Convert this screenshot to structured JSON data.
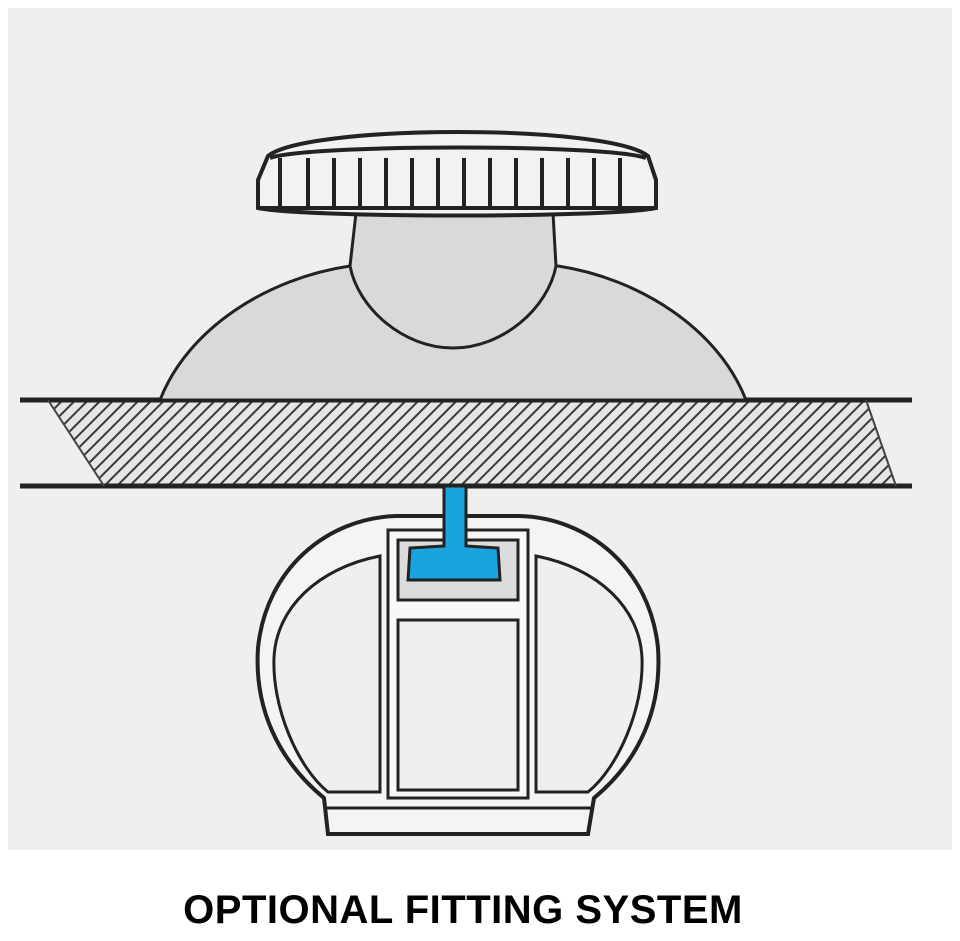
{
  "caption": "OPTIONAL FITTING SYSTEM",
  "colors": {
    "background_panel": "#efefef",
    "line": "#222222",
    "suction_cup_fill": "#d9d9d9",
    "knob_fill": "#f2f2f2",
    "tslot_bolt": "#1ba3dd",
    "rail_fill": "#f4f4f4",
    "rail_inner": "#efefef"
  },
  "parts": [
    "adjustment-knob",
    "suction-cup",
    "glass-panel",
    "t-bolt",
    "aluminium-rail"
  ]
}
